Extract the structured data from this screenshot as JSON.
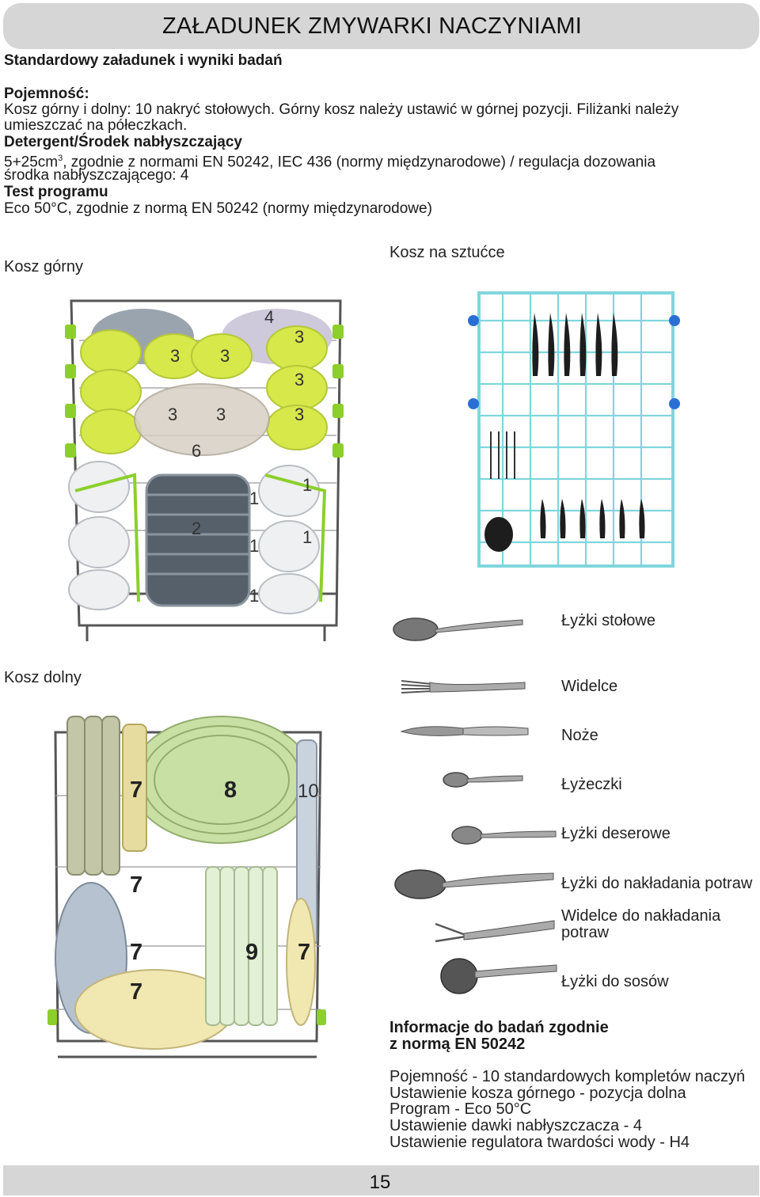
{
  "header": {
    "title": "ZAŁADUNEK ZMYWARKI NACZYNIAMI"
  },
  "intro": {
    "subtitle": "Standardowy załadunek i wyniki badań",
    "capacity_heading": "Pojemność:",
    "capacity_line1": "Kosz górny i dolny: 10 nakryć stołowych. Górny kosz należy ustawić w górnej pozycji. Filiżanki należy",
    "capacity_line2": "umieszczać na półeczkach.",
    "detergent_heading": "Detergent/Środek nabłyszczający",
    "detergent_line1_a": "5+25cm",
    "detergent_line1_sup": "3",
    "detergent_line1_b": ", zgodnie z normami EN 50242, IEC 436 (normy międzynarodowe) / regulacja dozowania",
    "detergent_line2": "środka nabłyszczającego: 4",
    "program_heading": "Test programu",
    "program_line": "Eco 50°C, zgodnie z normą EN 50242 (normy międzynarodowe)"
  },
  "upper_basket": {
    "label": "Kosz górny",
    "numbers": [
      "4",
      "3",
      "3",
      "3",
      "3",
      "3",
      "3",
      "3",
      "6",
      "1",
      "1",
      "2",
      "1",
      "1",
      "1"
    ]
  },
  "lower_basket": {
    "label": "Kosz dolny",
    "numbers": [
      "7",
      "8",
      "10",
      "7",
      "7",
      "9",
      "7",
      "7"
    ]
  },
  "cutlery_basket": {
    "label": "Kosz na sztućce"
  },
  "cutlery_legend": [
    {
      "label": "Łyżki stołowe",
      "icon": "tablespoon-icon"
    },
    {
      "label": "Widelce",
      "icon": "fork-icon"
    },
    {
      "label": "Noże",
      "icon": "knife-icon"
    },
    {
      "label": "Łyżeczki",
      "icon": "teaspoon-icon"
    },
    {
      "label": "Łyżki deserowe",
      "icon": "dessert-spoon-icon"
    },
    {
      "label": "Łyżki do nakładania potraw",
      "icon": "serving-spoon-icon"
    },
    {
      "label_line1": "Widelce do nakładania",
      "label_line2": "potraw",
      "icon": "serving-fork-icon"
    },
    {
      "label": "Łyżki do sosów",
      "icon": "ladle-icon"
    }
  ],
  "test_info": {
    "heading_line1": "Informacje do badań zgodnie",
    "heading_line2": "z normą EN 50242",
    "lines": [
      "Pojemność - 10 standardowych kompletów naczyń",
      "Ustawienie kosza górnego - pozycja dolna",
      "Program - Eco 50°C",
      "Ustawienie dawki nabłyszczacza - 4",
      "Ustawienie regulatora twardości wody - H4"
    ]
  },
  "footer": {
    "page_number": "15"
  },
  "colors": {
    "header_bg": "#d6d6d6",
    "cup_yellow": "#d6e84a",
    "rack_green": "#8ccf2a",
    "cutlery_rack": "#7fd6dc"
  }
}
